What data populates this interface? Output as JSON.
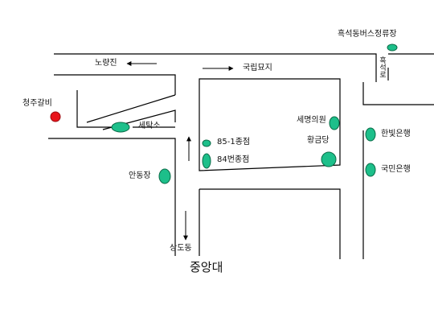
{
  "colors": {
    "road": "#000000",
    "marker": "#1dbf8a",
    "marker_stroke": "#0a6b47",
    "highlight": "#e8141b"
  },
  "labels": {
    "bus_stop": "흑석동버스정류장",
    "noryangjin": "노량진",
    "national_cemetery": "국립묘지",
    "vertical_road": "흑석로",
    "cheongju_galbi": "청주갈비",
    "laundry": "세탁소",
    "semyeong_clinic": "세명의원",
    "store_85_1": "85-1종점",
    "hwanggeumdang": "황금당",
    "store_84": "84번종점",
    "hanbit_bank": "한빛은행",
    "kookmin_bank": "국민은행",
    "andongjang": "안동장",
    "sangdo_dong": "상도동",
    "chung_ang_univ": "중앙대"
  },
  "icons": {
    "place_marker": "green-oval-marker",
    "highlight_marker": "red-circle-marker",
    "direction_arrow": "arrow"
  }
}
